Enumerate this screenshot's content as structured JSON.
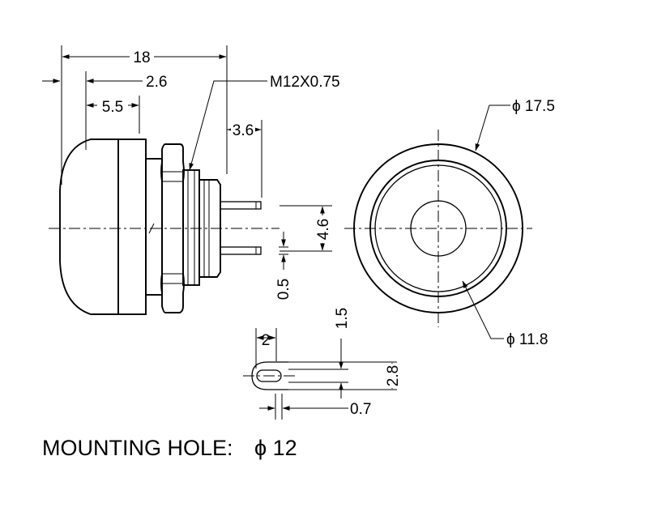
{
  "dimensions": {
    "overall_length": "18",
    "dome_offset": "2.6",
    "dome_depth": "5.5",
    "terminal_length": "3.6",
    "thread": "M12X0.75",
    "terminal_spacing": "4.6",
    "terminal_thickness": "0.5",
    "outer_diameter": "ϕ 17.5",
    "button_diameter": "ϕ 11.8",
    "terminal_tab_width": "2",
    "terminal_hole": "1.5",
    "terminal_tab_height": "2.8",
    "terminal_tab_thickness": "0.7"
  },
  "note": {
    "label": "MOUNTING HOLE:",
    "value": "ϕ 12"
  }
}
